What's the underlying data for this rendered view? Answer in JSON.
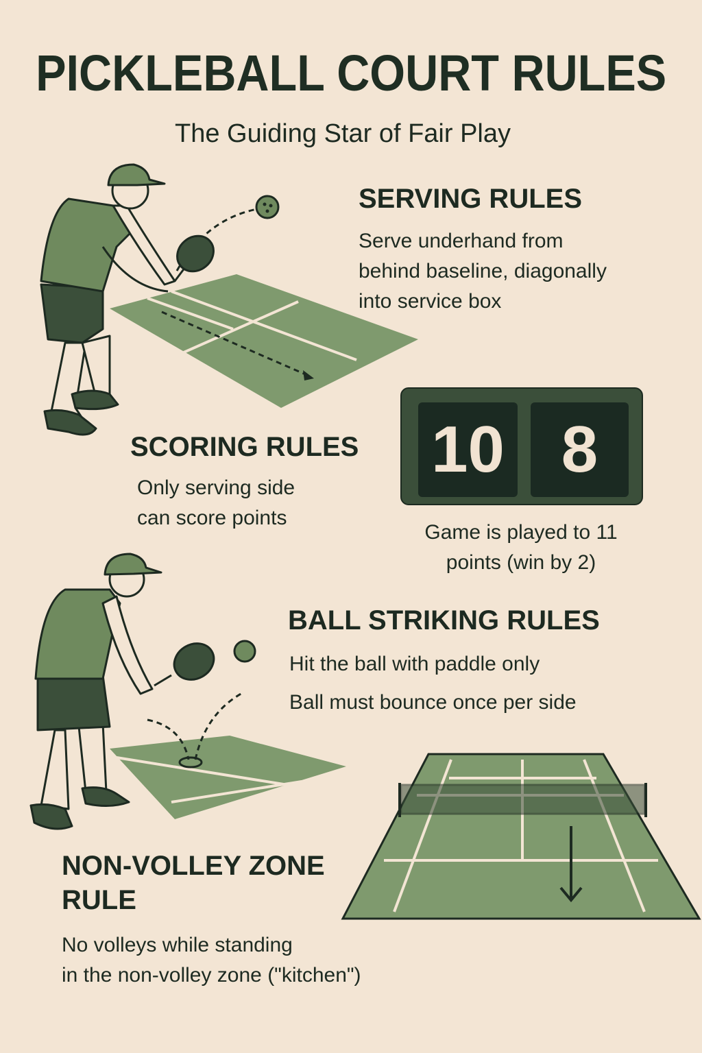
{
  "header": {
    "title": "PICKLEBALL COURT RULES",
    "subtitle": "The Guiding Star of Fair Play"
  },
  "sections": {
    "serving": {
      "heading": "SERVING RULES",
      "lines": [
        "Serve underhand from",
        "behind baseline, diagonally",
        "into service box"
      ]
    },
    "scoring": {
      "heading": "SCORING RULES",
      "lines": [
        "Only serving side",
        "can score points"
      ],
      "score_left": "10",
      "score_right": "8",
      "note_lines": [
        "Game is played to 11",
        "points (win by 2)"
      ]
    },
    "striking": {
      "heading": "BALL STRIKING RULES",
      "lines": [
        "Hit the ball with paddle only",
        "Ball must bounce once per side"
      ]
    },
    "kitchen": {
      "heading_lines": [
        "NON-VOLLEY ZONE",
        "RULE"
      ],
      "lines": [
        "No volleys while standing",
        "in the non-volley zone (\"kitchen\")"
      ]
    }
  },
  "colors": {
    "background": "#f3e5d4",
    "text": "#1d2a21",
    "court": "#7f9a6e",
    "dark_green": "#3b4f3a",
    "shirt": "#6f8a5e"
  },
  "icons": [
    "player-serving-illustration",
    "player-striking-illustration",
    "pickleball-icon",
    "court-illustration",
    "scoreboard",
    "net-court-illustration"
  ]
}
